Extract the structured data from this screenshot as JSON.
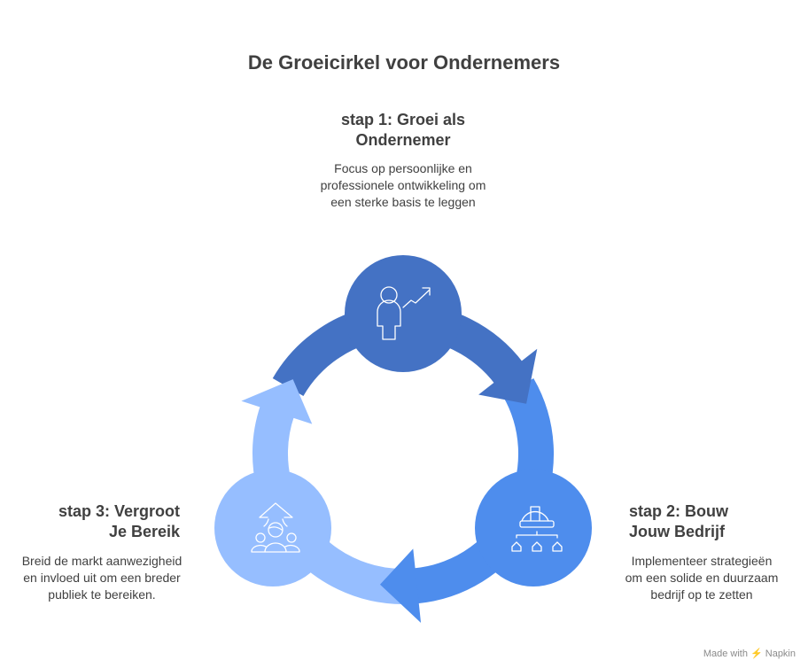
{
  "title": "De Groeicirkel voor Ondernemers",
  "steps": [
    {
      "title_line1": "stap 1: Groei als",
      "title_line2": "Ondernemer",
      "description": "Focus op persoonlijke en professionele ontwikkeling om een sterke basis te leggen",
      "icon": "person-growth-icon",
      "color": "#4472C4"
    },
    {
      "title_line1": "stap 2: Bouw",
      "title_line2": "Jouw Bedrijf",
      "description": "Implementeer strategieën om een solide en duurzaam bedrijf op te zetten",
      "icon": "helmet-hierarchy-icon",
      "color": "#4E8DED"
    },
    {
      "title_line1": "stap 3: Vergroot",
      "title_line2": "Je Bereik",
      "description": "Breid de markt aanwezigheid en invloed uit om een breder publiek te bereiken.",
      "icon": "group-arrow-up-icon",
      "color": "#96BEFF"
    }
  ],
  "footer": "Made with ⚡ Napkin"
}
